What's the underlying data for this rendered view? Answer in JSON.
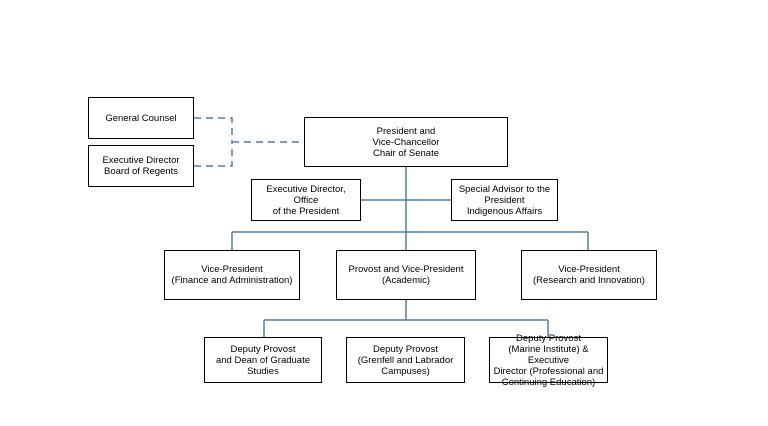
{
  "colors": {
    "connector": "#4f7fab",
    "dashed": "#4f7fab",
    "border": "#000000",
    "text": "#000000",
    "background": "#ffffff"
  },
  "nodes": {
    "general_counsel": "General Counsel",
    "exec_board": "Executive Director\nBoard of Regents",
    "president": "President and\nVice-Chancellor\nChair of Senate",
    "exec_office": "Executive Director, Office\nof the President",
    "special_advisor": "Special Advisor to the\nPresident\nIndigenous Affairs",
    "vp_finance": "Vice-President\n(Finance and Administration)",
    "provost": "Provost and Vice-President\n(Academic)",
    "vp_research": "Vice-President\n(Research and Innovation)",
    "dp_graduate": "Deputy Provost\nand Dean of Graduate\nStudies",
    "dp_grenfell": "Deputy Provost\n(Grenfell and Labrador\nCampuses)",
    "dp_marine": "Deputy Provost\n(Marine Institute) & Executive\nDirector (Professional and\nContinuing Education)"
  }
}
